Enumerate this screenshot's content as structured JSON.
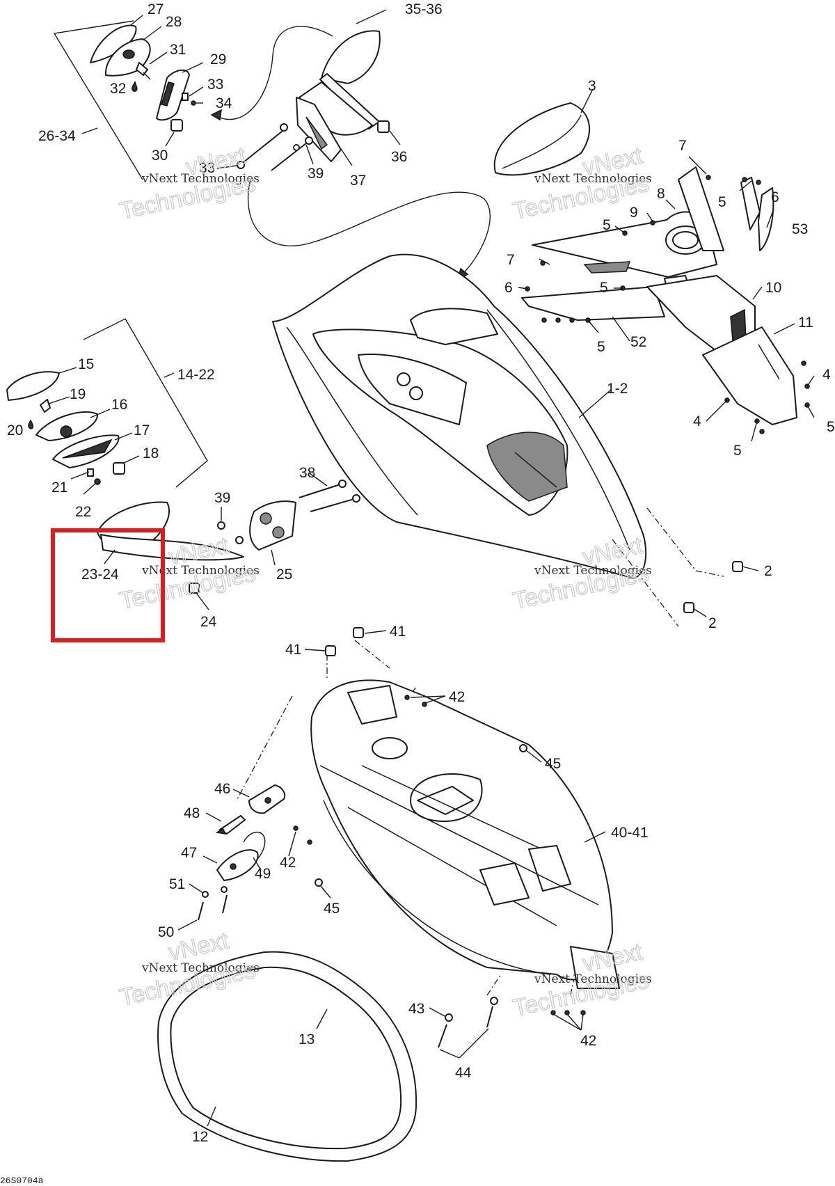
{
  "callouts": {
    "c27": "27",
    "c28": "28",
    "c31": "31",
    "c29": "29",
    "c32": "32",
    "c33a": "33",
    "c34": "34",
    "c26_34": "26-34",
    "c30": "30",
    "c33b": "33",
    "c39a": "39",
    "c37": "37",
    "c35_36": "35-36",
    "c36": "36",
    "c3": "3",
    "c7a": "7",
    "c6a": "6",
    "c5a": "5",
    "c8": "8",
    "c9": "9",
    "c5b": "5",
    "c53": "53",
    "c7b": "7",
    "c6b": "6",
    "c5c": "5",
    "c10": "10",
    "c5d": "5",
    "c52": "52",
    "c11": "11",
    "c4a": "4",
    "c4b": "4",
    "c5e": "5",
    "c5f": "5",
    "c1_2": "1-2",
    "c15": "15",
    "c14_22": "14-22",
    "c19": "19",
    "c16": "16",
    "c20": "20",
    "c17": "17",
    "c18": "18",
    "c21": "21",
    "c22": "22",
    "c38": "38",
    "c39b": "39",
    "c23_24": "23-24",
    "c25": "25",
    "c24": "24",
    "c2a": "2",
    "c2b": "2",
    "c41a": "41",
    "c41b": "41",
    "c42a": "42",
    "c45a": "45",
    "c40_41": "40-41",
    "c46": "46",
    "c48": "48",
    "c47": "47",
    "c49": "49",
    "c42b": "42",
    "c51": "51",
    "c45b": "45",
    "c50": "50",
    "c43": "43",
    "c42c": "42",
    "c13": "13",
    "c44": "44",
    "c12": "12"
  },
  "watermark": {
    "line1": "vNext Technologies",
    "line2": "Technologies",
    "line3": "vNext"
  },
  "reference_code": "26S0704a",
  "colors": {
    "highlight": "#e01b1b",
    "ink": "#1a1a1a"
  }
}
